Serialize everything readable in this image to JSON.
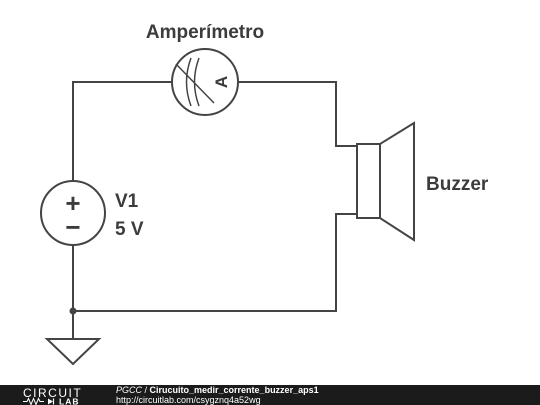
{
  "schematic": {
    "ammeter": {
      "label": "Amperímetro",
      "symbol": "A"
    },
    "source": {
      "name": "V1",
      "value": "5 V",
      "plus": "+",
      "minus": "−"
    },
    "buzzer": {
      "label": "Buzzer"
    }
  },
  "footer": {
    "logo_top": "CIRCUIT",
    "logo_bottom": "LAB",
    "project": "PGCC",
    "separator": " / ",
    "circuit_name": "Cirucuito_medir_corrente_buzzer_aps1",
    "url": "http://circuitlab.com/csygznq4a52wg"
  }
}
